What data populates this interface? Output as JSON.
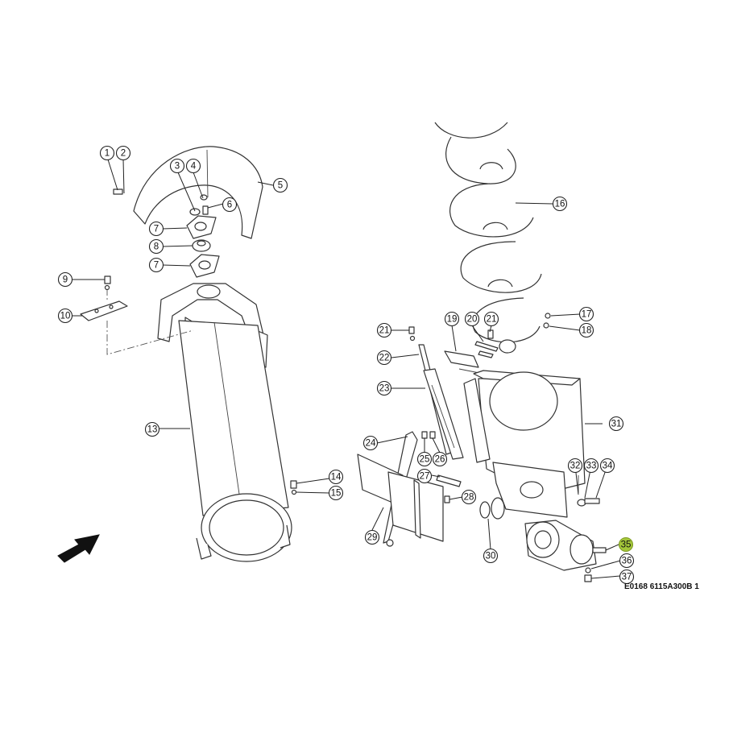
{
  "drawing_code": "E0168 6115A300B 1",
  "highlight_color": "#a4c63a",
  "callouts": [
    {
      "label": "1"
    },
    {
      "label": "2"
    },
    {
      "label": "3"
    },
    {
      "label": "4"
    },
    {
      "label": "5"
    },
    {
      "label": "6"
    },
    {
      "label": "7"
    },
    {
      "label": "8"
    },
    {
      "label": "7"
    },
    {
      "label": "9"
    },
    {
      "label": "10"
    },
    {
      "label": "13"
    },
    {
      "label": "14"
    },
    {
      "label": "15"
    },
    {
      "label": "16"
    },
    {
      "label": "17"
    },
    {
      "label": "18"
    },
    {
      "label": "19"
    },
    {
      "label": "20"
    },
    {
      "label": "21"
    },
    {
      "label": "21"
    },
    {
      "label": "22"
    },
    {
      "label": "23"
    },
    {
      "label": "24"
    },
    {
      "label": "25"
    },
    {
      "label": "26"
    },
    {
      "label": "27"
    },
    {
      "label": "28"
    },
    {
      "label": "29"
    },
    {
      "label": "30"
    },
    {
      "label": "31"
    },
    {
      "label": "32"
    },
    {
      "label": "33"
    },
    {
      "label": "34"
    },
    {
      "label": "35",
      "highlighted": true
    },
    {
      "label": "36"
    },
    {
      "label": "37"
    }
  ]
}
